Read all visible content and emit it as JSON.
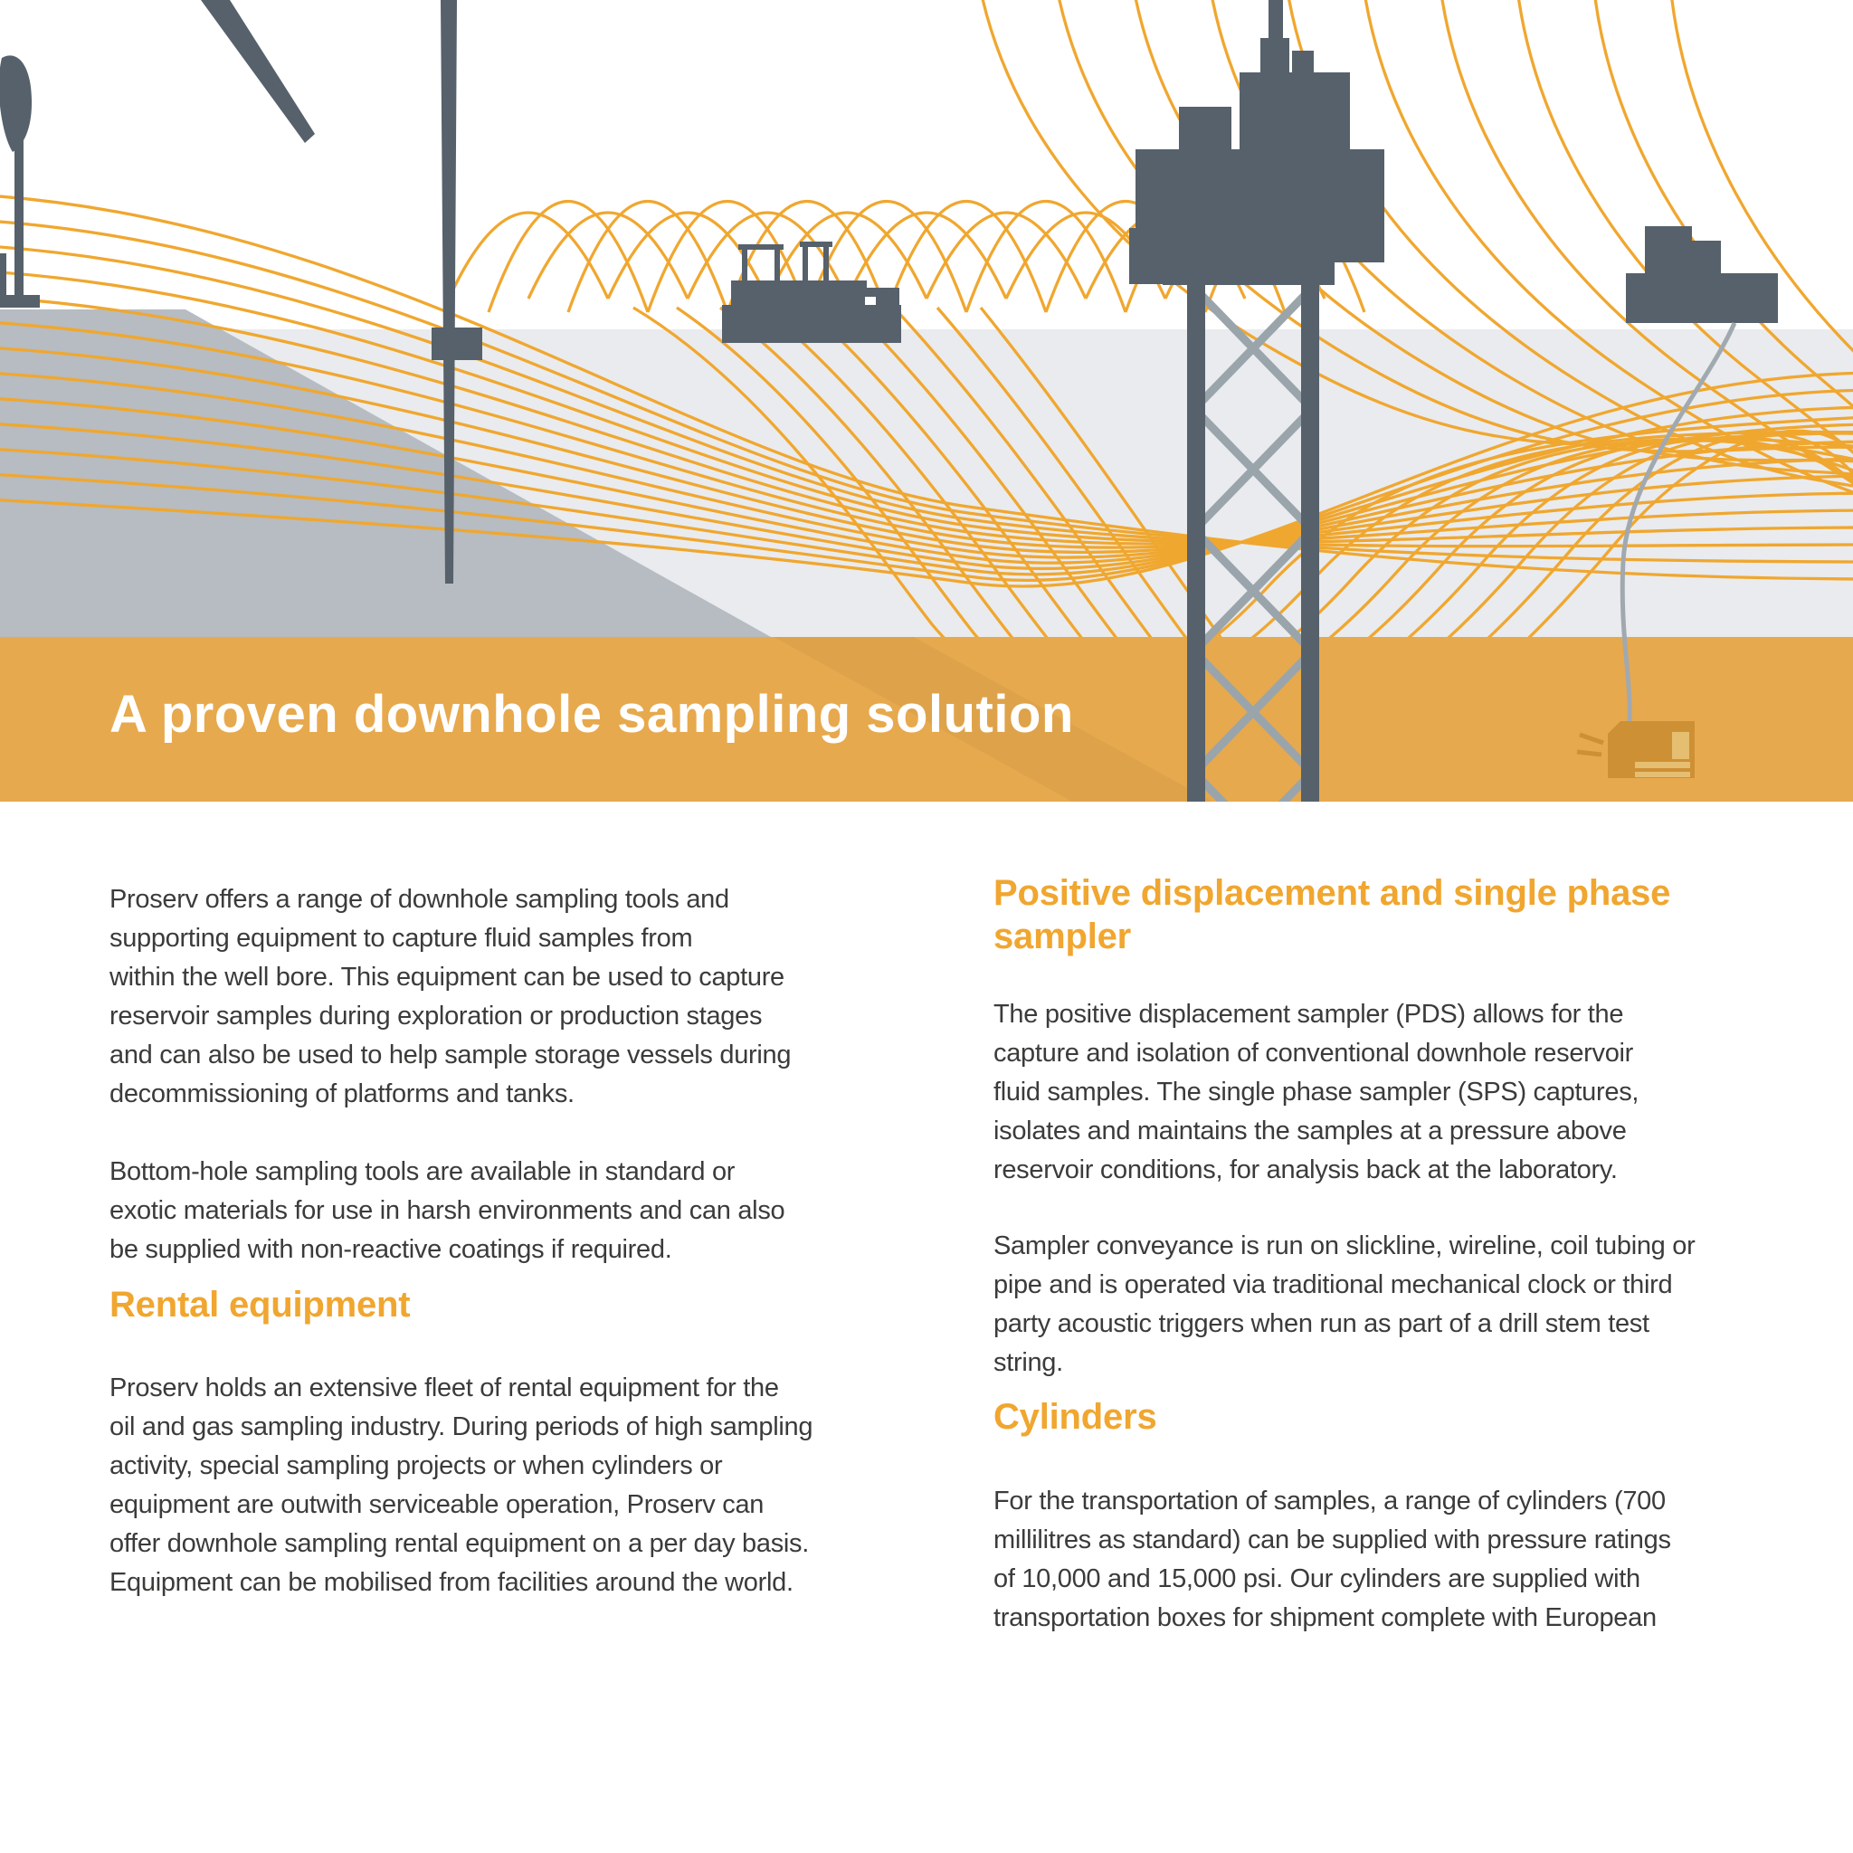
{
  "banner": {
    "title": "A proven downhole sampling solution",
    "background_color": "#E7A94D",
    "text_color": "#FFFFFF"
  },
  "colors": {
    "accent_orange": "#F0A62F",
    "wave_orange": "#F0A72F",
    "structure_slate": "#56616B",
    "lattice_gray": "#9AA4AB",
    "headland_gray": "#B6BCC1",
    "sea_gray": "#E9EBEE",
    "body_text": "#3B3B3A",
    "sampler_tool_orange": "#CE9034"
  },
  "intro": {
    "p1": "Proserv offers a range of downhole sampling tools and\nsupporting equipment to capture fluid samples from\nwithin the well bore. This equipment can be used to capture\nreservoir samples during exploration or production stages\nand can also be used to help sample storage vessels during\ndecommissioning of platforms and tanks.",
    "p2": "Bottom-hole sampling tools are available in standard or\nexotic materials for use in harsh environments and can also\nbe supplied with non-reactive coatings if required."
  },
  "sections": {
    "rental": {
      "title": "Rental equipment",
      "body": "Proserv holds an extensive fleet of rental equipment for the\noil and gas sampling industry. During periods of high sampling\nactivity, special sampling projects or when cylinders or\nequipment are outwith serviceable  operation, Proserv can\noffer downhole sampling rental equipment on a per day basis.\nEquipment can be mobilised from facilities around the world."
    },
    "sampler": {
      "title": "Positive displacement and single phase\nsampler",
      "p1": "The positive displacement sampler (PDS) allows for the\ncapture and isolation of conventional downhole reservoir\nfluid samples. The single phase sampler (SPS) captures,\nisolates and maintains the samples at a pressure above\nreservoir conditions, for analysis back at the laboratory.",
      "p2": "Sampler conveyance is run on slickline, wireline, coil tubing or\npipe and is operated via traditional mechanical clock or third\nparty acoustic triggers when run as part of a drill stem test\nstring."
    },
    "cylinders": {
      "title": "Cylinders",
      "body": "For the transportation of samples, a range of cylinders (700\nmillilitres as standard) can be supplied with pressure ratings\nof 10,000 and 15,000 psi. Our cylinders are supplied with\ntransportation boxes for shipment complete with European"
    }
  },
  "illustration": {
    "elements": [
      "pump-jack",
      "crane-derrick",
      "supply-vessel",
      "offshore-platform",
      "survey-boat",
      "wireline-cable",
      "downhole-sampler-tool",
      "seismic-waves",
      "sea-surface",
      "headland-wedge"
    ]
  }
}
